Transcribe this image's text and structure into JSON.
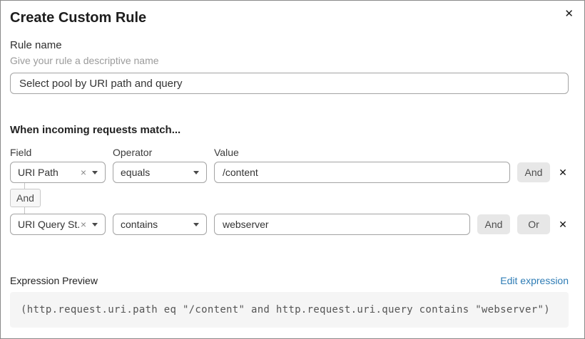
{
  "dialog": {
    "title": "Create Custom Rule"
  },
  "icons": {
    "close": "✕",
    "clear": "×"
  },
  "rule_name": {
    "label": "Rule name",
    "helper": "Give your rule a descriptive name",
    "value": "Select pool by URI path and query"
  },
  "match": {
    "heading": "When incoming requests match...",
    "columns": {
      "field": "Field",
      "operator": "Operator",
      "value": "Value"
    },
    "rows": [
      {
        "field": "URI Path",
        "operator": "equals",
        "value": "/content",
        "buttons": [
          "And"
        ]
      },
      {
        "field": "URI Query St...",
        "operator": "contains",
        "value": "webserver",
        "buttons": [
          "And",
          "Or"
        ]
      }
    ],
    "connector_label": "And"
  },
  "preview": {
    "label": "Expression Preview",
    "edit_link": "Edit expression",
    "expression": "(http.request.uri.path eq \"/content\" and http.request.uri.query contains \"webserver\")"
  },
  "colors": {
    "link_blue": "#2e7cb5",
    "button_gray": "#e7e7e7",
    "code_background": "#f5f5f5",
    "border_gray": "#a3a3a3"
  }
}
